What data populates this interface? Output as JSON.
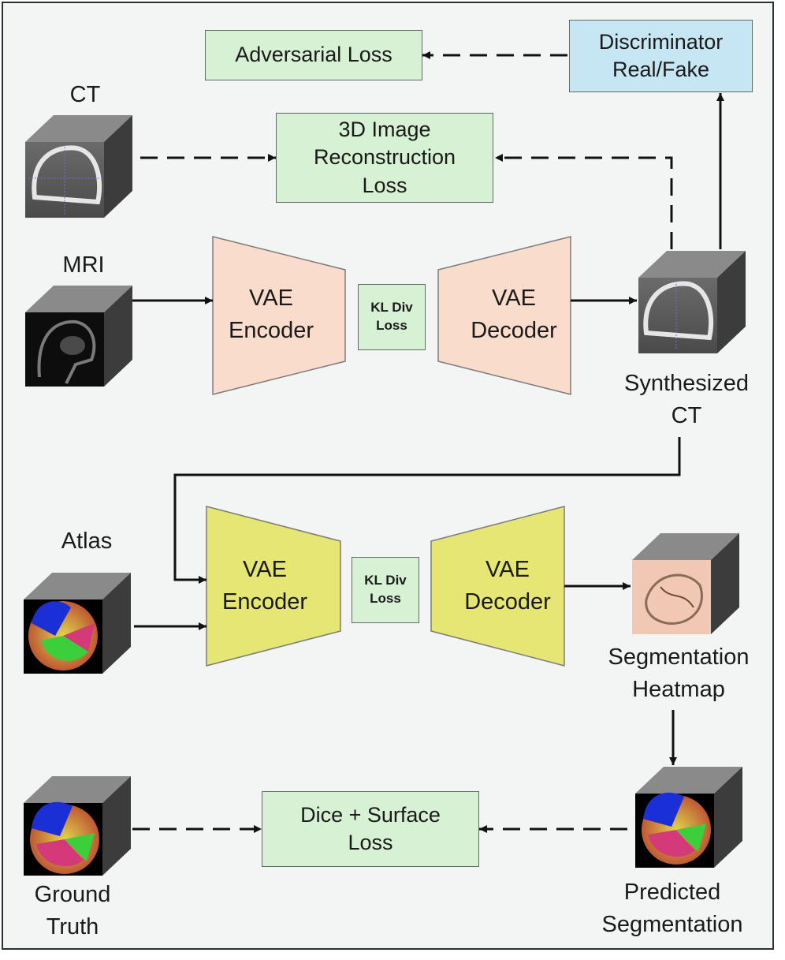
{
  "colors": {
    "loss_box": "#d6f1d3",
    "discriminator_box": "#c6e6f4",
    "vae_top": "#f9dccc",
    "vae_bottom": "#e6e675",
    "arrow": "#111111"
  },
  "discriminator": {
    "line1": "Discriminator",
    "line2": "Real/Fake"
  },
  "adversarial_loss": "Adversarial Loss",
  "recon_loss": {
    "line1": "3D Image",
    "line2": "Reconstruction",
    "line3": "Loss"
  },
  "inputs": {
    "ct": "CT",
    "mri": "MRI",
    "atlas": "Atlas",
    "ground_truth": {
      "line1": "Ground",
      "line2": "Truth"
    }
  },
  "outputs": {
    "synthesized_ct": {
      "line1": "Synthesized",
      "line2": "CT"
    },
    "heatmap": {
      "line1": "Segmentation",
      "line2": "Heatmap"
    },
    "predicted": {
      "line1": "Predicted",
      "line2": "Segmentation"
    }
  },
  "vae_top": {
    "encoder": {
      "line1": "VAE",
      "line2": "Encoder"
    },
    "kl": {
      "line1": "KL Div",
      "line2": "Loss"
    },
    "decoder": {
      "line1": "VAE",
      "line2": "Decoder"
    }
  },
  "vae_bottom": {
    "encoder": {
      "line1": "VAE",
      "line2": "Encoder"
    },
    "kl": {
      "line1": "KL Div",
      "line2": "Loss"
    },
    "decoder": {
      "line1": "VAE",
      "line2": "Decoder"
    }
  },
  "dice_loss": {
    "line1": "Dice + Surface",
    "line2": "Loss"
  }
}
